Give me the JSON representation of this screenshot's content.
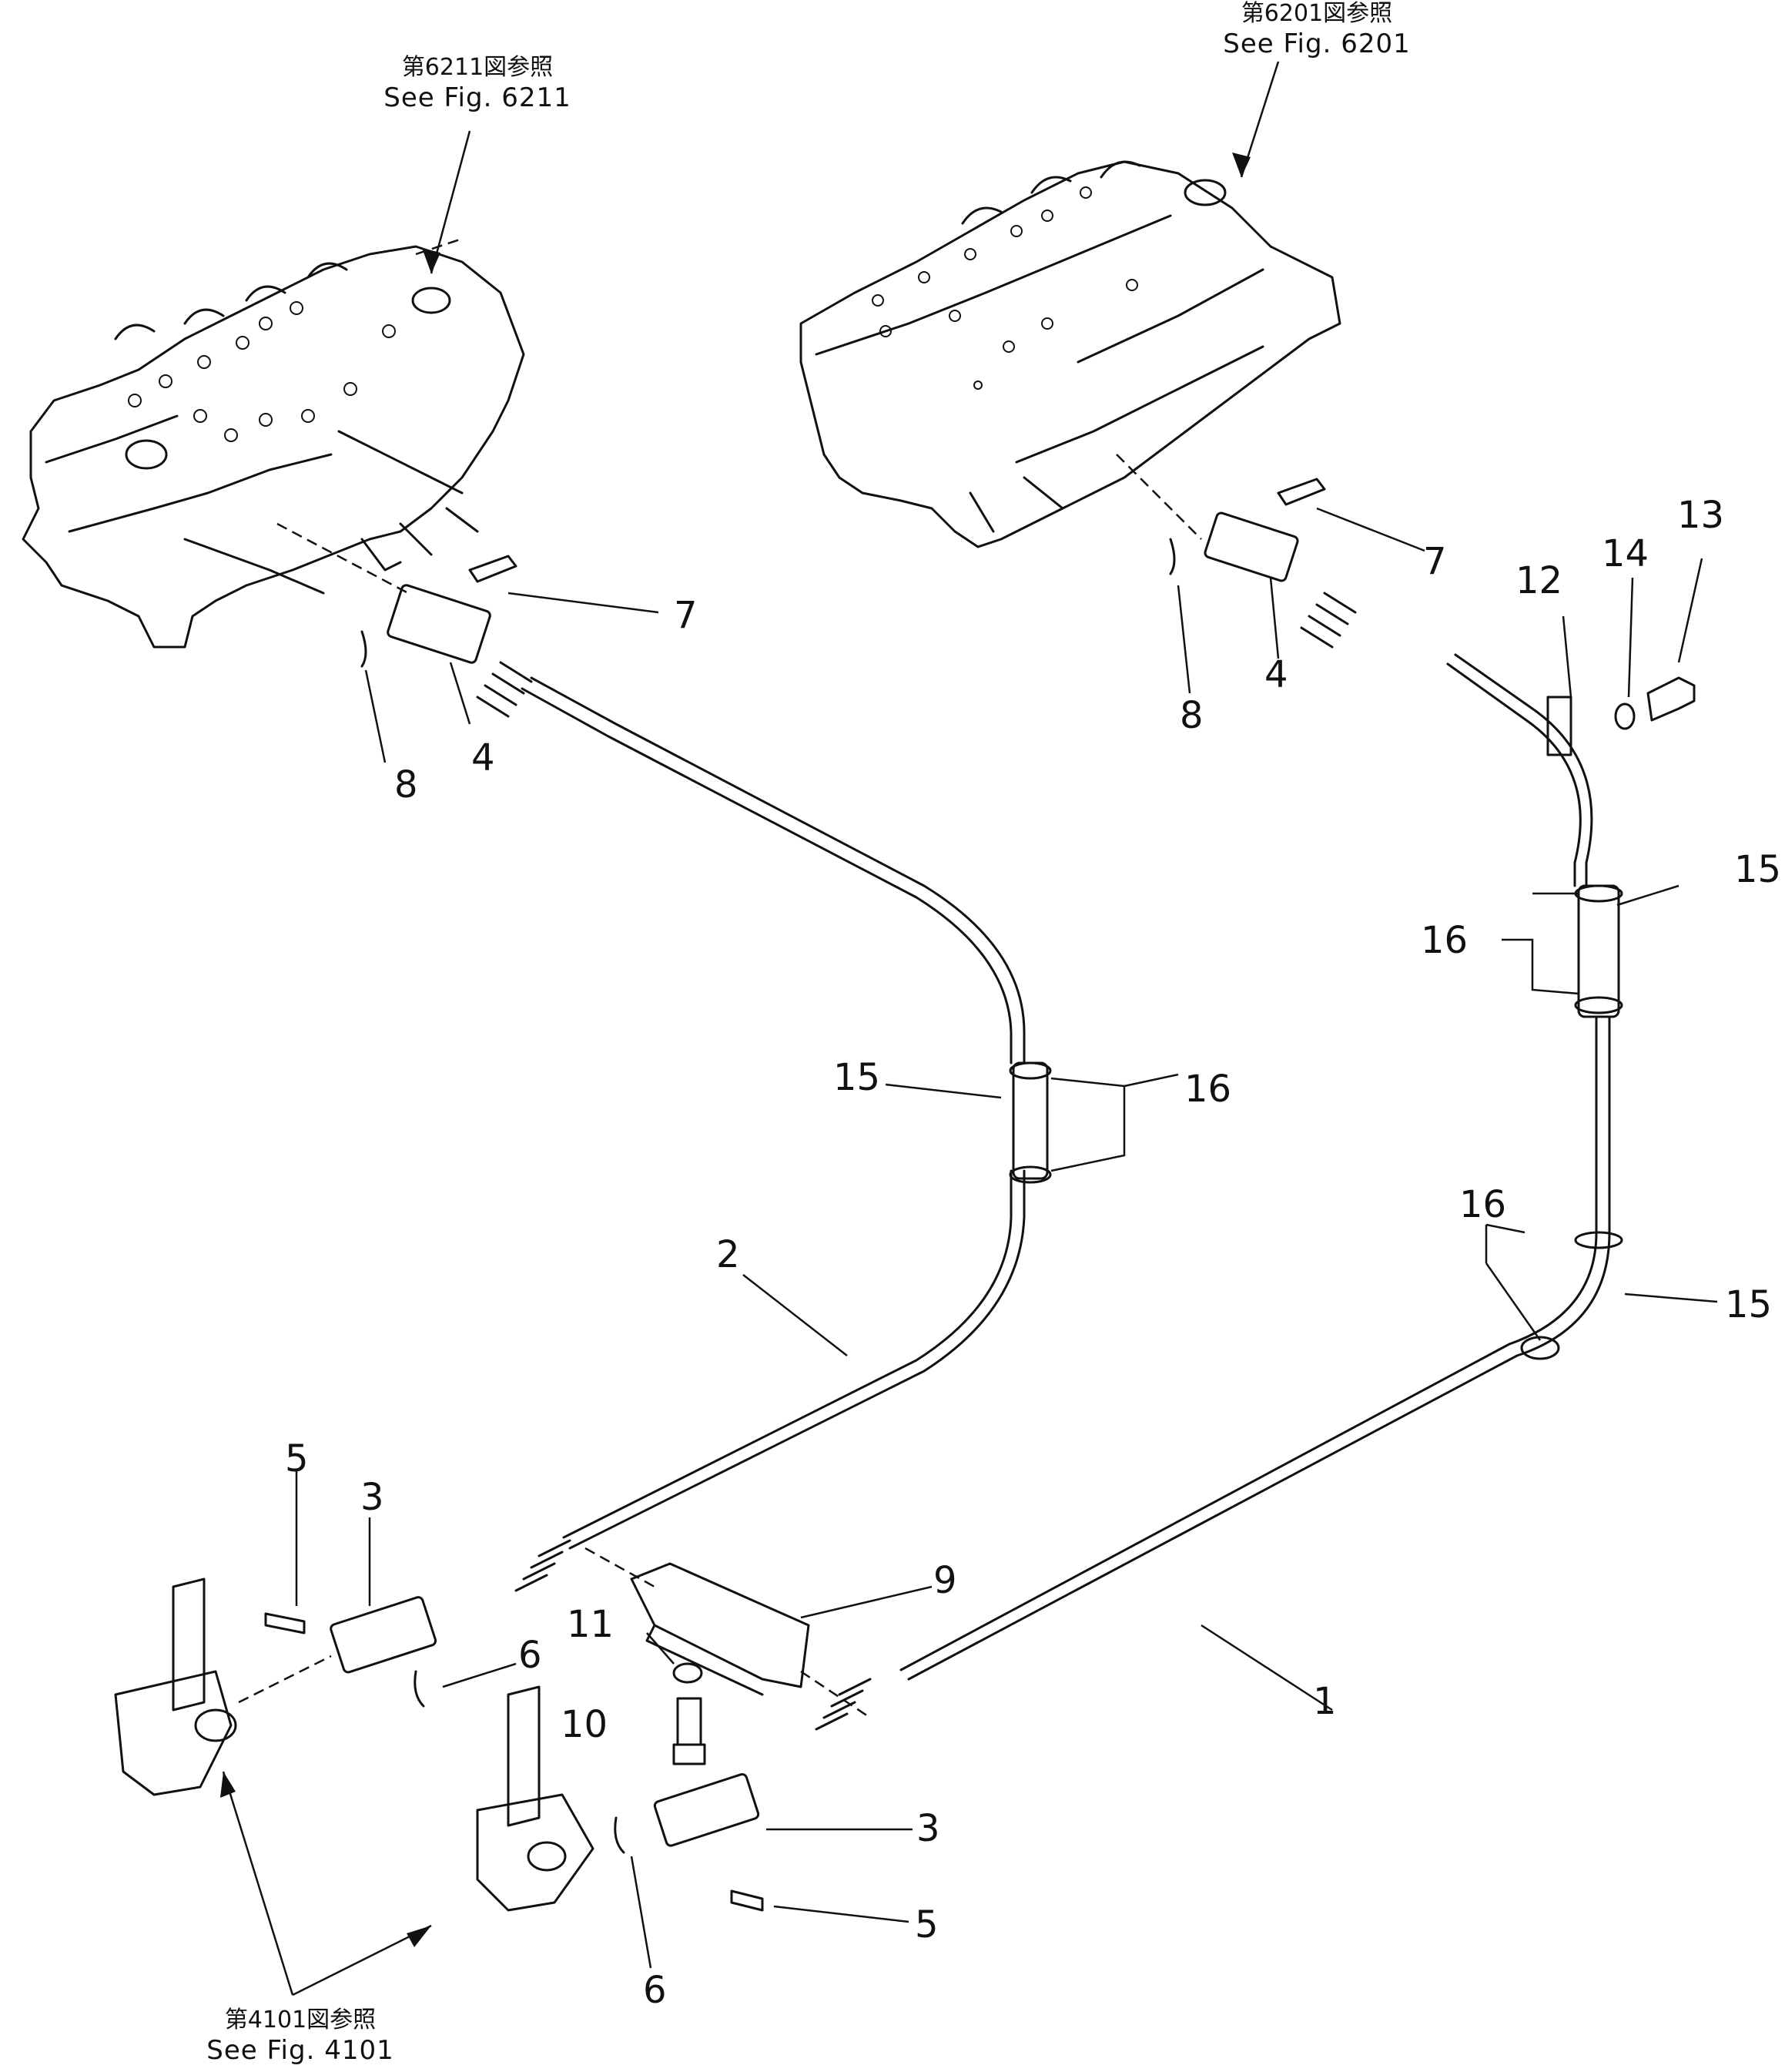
{
  "diagram": {
    "references": [
      {
        "id": "ref-6211",
        "jp": "第6211図参照",
        "en": "See Fig. 6211"
      },
      {
        "id": "ref-6201",
        "jp": "第6201図参照",
        "en": "See Fig. 6201"
      },
      {
        "id": "ref-4101",
        "jp": "第4101図参照",
        "en": "See Fig. 4101"
      }
    ],
    "callouts": [
      "1",
      "2",
      "3",
      "3",
      "4",
      "4",
      "5",
      "5",
      "6",
      "6",
      "7",
      "7",
      "8",
      "8",
      "9",
      "10",
      "11",
      "12",
      "13",
      "14",
      "15",
      "15",
      "15",
      "16",
      "16",
      "16"
    ]
  }
}
